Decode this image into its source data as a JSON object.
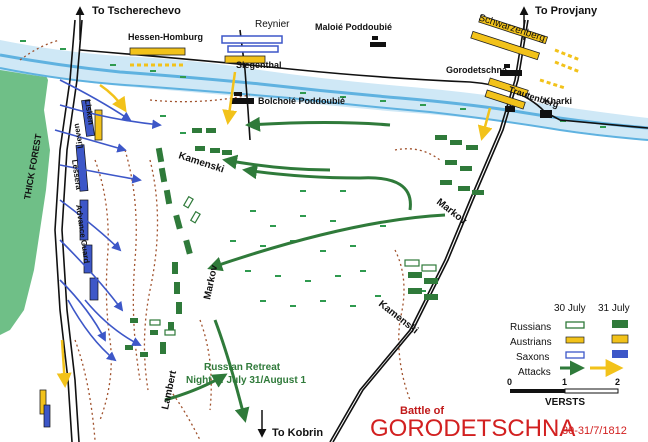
{
  "title": {
    "line1": "Battle of",
    "line2": "GORODETSCHNA",
    "dates": "30-31/7/1812"
  },
  "roads": {
    "tscherechevo": "To Tscherechevo",
    "provjany": "To Provjany",
    "kobrin": "To Kobrin"
  },
  "places": {
    "thick_forest": "THICK FOREST",
    "maloie": "Maloié Poddoubié",
    "bolchoie": "Bolchoié Poddoubié",
    "gorodetschna": "Gorodetschna",
    "kharki": "Kharki"
  },
  "units": {
    "hessen_homburg": "Hessen-Homburg",
    "reynier": "Reynier",
    "siegenthal": "Siegenthal",
    "schwarzenberg": "Schwarzenberg",
    "trautenberg": "Trautenberg",
    "kamenski_1": "Kamenski",
    "kamenski_2": "Kamenski",
    "markov_1": "Markov",
    "markov_2": "Markov",
    "lambert": "Lambert",
    "lieven": "Lieven",
    "lisken": "Lisken",
    "lessera": "Lessera",
    "advance_guard": "Advance Guard"
  },
  "retreat": {
    "line1": "Russian Retreat",
    "line2": "Night of July 31/August 1"
  },
  "legend": {
    "col_30": "30 July",
    "col_31": "31 July",
    "russians": "Russians",
    "austrians": "Austrians",
    "saxons": "Saxons",
    "attacks": "Attacks",
    "scale_0": "0",
    "scale_1": "1",
    "scale_2": "2",
    "scale_unit": "VERSTS"
  },
  "colors": {
    "russian": "#2f7a3a",
    "austrian": "#f2c21a",
    "saxon": "#3d57c8",
    "forest": "#6fbf87",
    "water": "#5fb2e0",
    "marsh": "#2f9a4f",
    "title": "#d22020"
  }
}
